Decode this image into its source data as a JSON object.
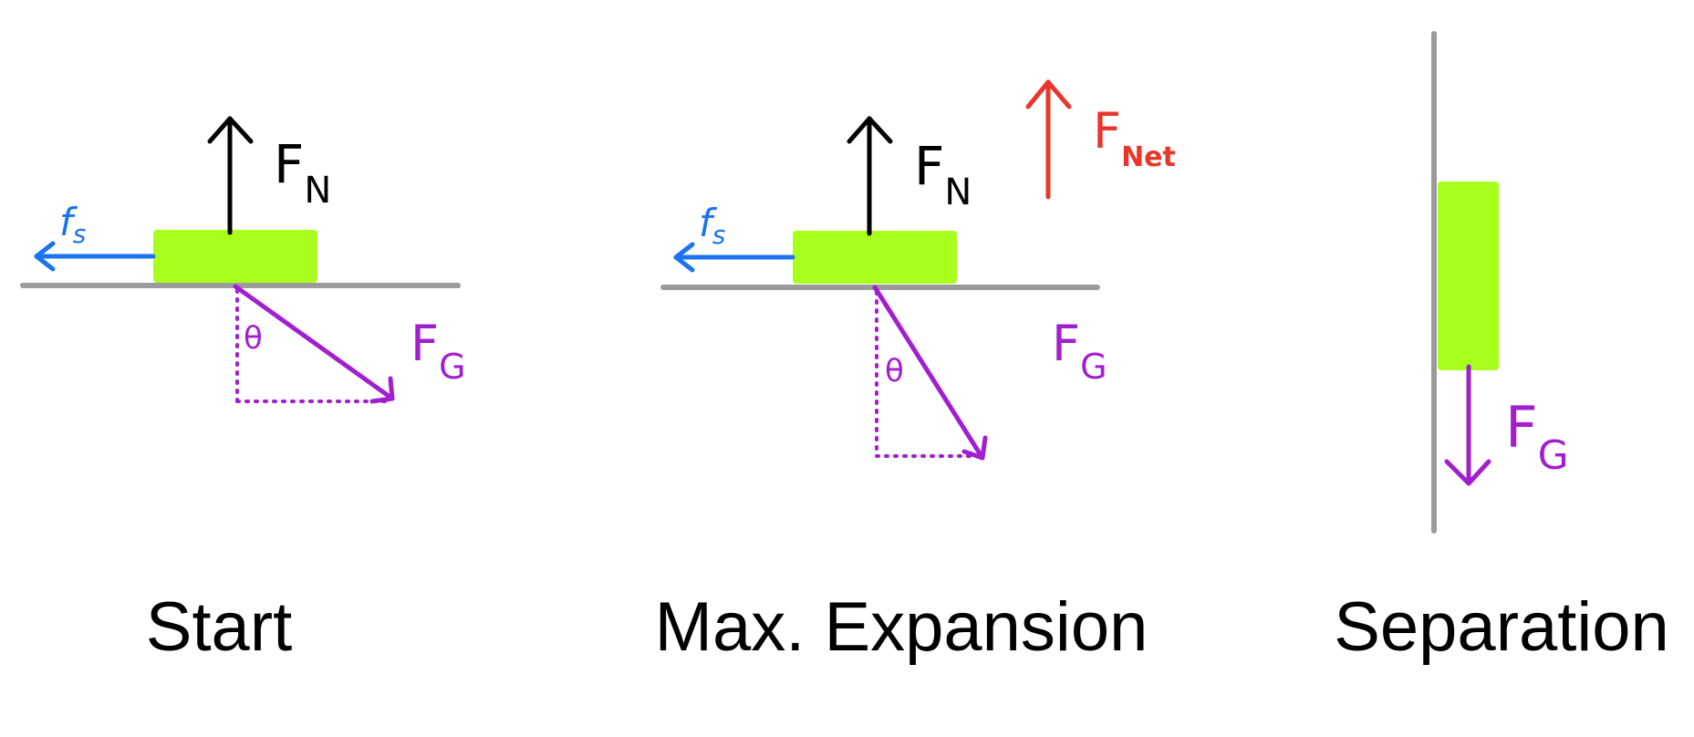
{
  "panels": [
    {
      "caption": "Start",
      "labels": {
        "normal": "F",
        "normal_sub": "N",
        "friction": "f",
        "friction_sub": "s",
        "gravity": "F",
        "gravity_sub": "G",
        "angle": "θ"
      }
    },
    {
      "caption": "Max. Expansion",
      "labels": {
        "normal": "F",
        "normal_sub": "N",
        "friction": "f",
        "friction_sub": "s",
        "gravity": "F",
        "gravity_sub": "G",
        "angle": "θ",
        "net": "F",
        "net_sub": "Net"
      }
    },
    {
      "caption": "Separation",
      "labels": {
        "gravity": "F",
        "gravity_sub": "G"
      }
    }
  ],
  "colors": {
    "block": "#a8ff1e",
    "surface": "#9b9b9b",
    "normal": "#000000",
    "friction": "#1a73f0",
    "gravity": "#a21fd0",
    "net": "#e8372a"
  }
}
